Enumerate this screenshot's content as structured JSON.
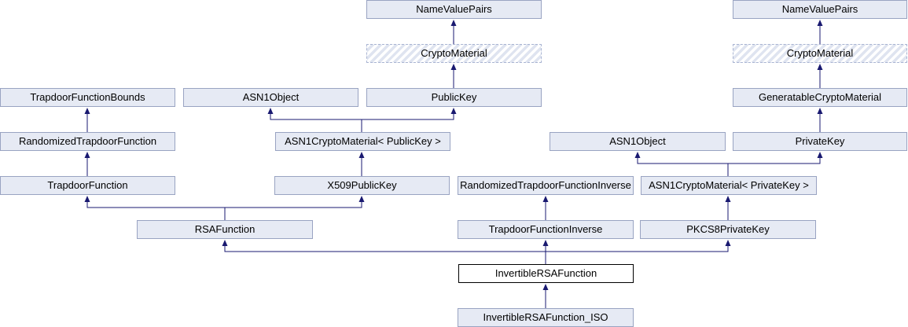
{
  "diagram": {
    "type": "class-inheritance-graph",
    "current_class": "InvertibleRSAFunction",
    "colors": {
      "node_fill": "#e6eaf4",
      "node_border": "#99a3c2",
      "edge": "#191970",
      "current_node_fill": "#ffffff",
      "current_node_border": "#000000",
      "truncated_node_border": "#a9b4d2",
      "truncated_stripe": "#dfe4f0",
      "text": "#000000",
      "background": "#ffffff"
    },
    "nodes": [
      {
        "label": "NameValuePairs",
        "variant": "normal"
      },
      {
        "label": "CryptoMaterial",
        "variant": "truncated"
      },
      {
        "label": "TrapdoorFunctionBounds",
        "variant": "normal"
      },
      {
        "label": "ASN1Object",
        "variant": "normal"
      },
      {
        "label": "PublicKey",
        "variant": "normal"
      },
      {
        "label": "RandomizedTrapdoorFunction",
        "variant": "normal"
      },
      {
        "label": "ASN1CryptoMaterial< PublicKey >",
        "variant": "normal"
      },
      {
        "label": "TrapdoorFunction",
        "variant": "normal"
      },
      {
        "label": "X509PublicKey",
        "variant": "normal"
      },
      {
        "label": "RSAFunction",
        "variant": "normal"
      },
      {
        "label": "NameValuePairs",
        "variant": "normal"
      },
      {
        "label": "CryptoMaterial",
        "variant": "truncated"
      },
      {
        "label": "GeneratableCryptoMaterial",
        "variant": "normal"
      },
      {
        "label": "ASN1Object",
        "variant": "normal"
      },
      {
        "label": "PrivateKey",
        "variant": "normal"
      },
      {
        "label": "RandomizedTrapdoorFunctionInverse",
        "variant": "normal"
      },
      {
        "label": "ASN1CryptoMaterial< PrivateKey >",
        "variant": "normal"
      },
      {
        "label": "TrapdoorFunctionInverse",
        "variant": "normal"
      },
      {
        "label": "PKCS8PrivateKey",
        "variant": "normal"
      },
      {
        "label": "InvertibleRSAFunction",
        "variant": "current"
      },
      {
        "label": "InvertibleRSAFunction_ISO",
        "variant": "normal"
      }
    ],
    "edges": [
      {
        "child": "CryptoMaterial (left)",
        "parent": "NameValuePairs (left)"
      },
      {
        "child": "PublicKey",
        "parent": "CryptoMaterial (left)"
      },
      {
        "child": "RandomizedTrapdoorFunction",
        "parent": "TrapdoorFunctionBounds"
      },
      {
        "child": "TrapdoorFunction",
        "parent": "RandomizedTrapdoorFunction"
      },
      {
        "child": "ASN1CryptoMaterial< PublicKey >",
        "parent": "ASN1Object (left)"
      },
      {
        "child": "ASN1CryptoMaterial< PublicKey >",
        "parent": "PublicKey"
      },
      {
        "child": "X509PublicKey",
        "parent": "ASN1CryptoMaterial< PublicKey >"
      },
      {
        "child": "RSAFunction",
        "parent": "TrapdoorFunction"
      },
      {
        "child": "RSAFunction",
        "parent": "X509PublicKey"
      },
      {
        "child": "CryptoMaterial (right)",
        "parent": "NameValuePairs (right)"
      },
      {
        "child": "GeneratableCryptoMaterial",
        "parent": "CryptoMaterial (right)"
      },
      {
        "child": "PrivateKey",
        "parent": "GeneratableCryptoMaterial"
      },
      {
        "child": "ASN1CryptoMaterial< PrivateKey >",
        "parent": "ASN1Object (right)"
      },
      {
        "child": "ASN1CryptoMaterial< PrivateKey >",
        "parent": "PrivateKey"
      },
      {
        "child": "TrapdoorFunctionInverse",
        "parent": "RandomizedTrapdoorFunctionInverse"
      },
      {
        "child": "PKCS8PrivateKey",
        "parent": "ASN1CryptoMaterial< PrivateKey >"
      },
      {
        "child": "InvertibleRSAFunction",
        "parent": "RSAFunction"
      },
      {
        "child": "InvertibleRSAFunction",
        "parent": "TrapdoorFunctionInverse"
      },
      {
        "child": "InvertibleRSAFunction",
        "parent": "PKCS8PrivateKey"
      },
      {
        "child": "InvertibleRSAFunction_ISO",
        "parent": "InvertibleRSAFunction"
      }
    ]
  }
}
